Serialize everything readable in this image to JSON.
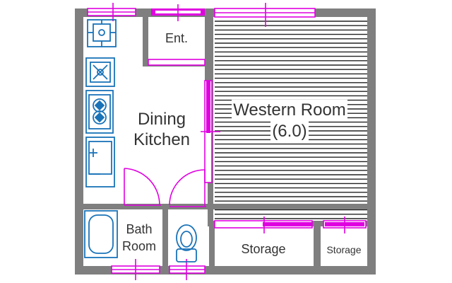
{
  "rooms": {
    "entrance": "Ent.",
    "dining_kitchen_line1": "Dining",
    "dining_kitchen_line2": "Kitchen",
    "western_room_line1": "Western Room",
    "western_room_line2": "(6.0)",
    "bath_line1": "Bath",
    "bath_line2": "Room",
    "storage_large": "Storage",
    "storage_small": "Storage"
  },
  "colors": {
    "wall": "#7f7f7f",
    "window_sash": "#e000e0",
    "fixture_blue": "#1a73b8",
    "floor_stripe": "#222222",
    "text": "#333333"
  },
  "icons": [
    "washing-machine-icon",
    "refrigerator-icon",
    "stove-icon",
    "sink-icon",
    "bathtub-icon",
    "toilet-icon"
  ]
}
